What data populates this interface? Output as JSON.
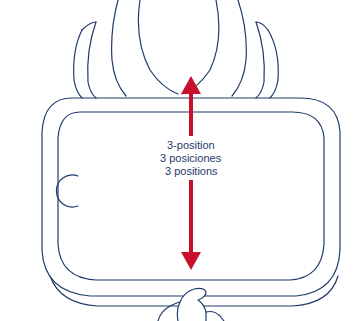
{
  "diagram": {
    "labels": [
      "3-position",
      "3 posiciones",
      "3 positions"
    ]
  }
}
